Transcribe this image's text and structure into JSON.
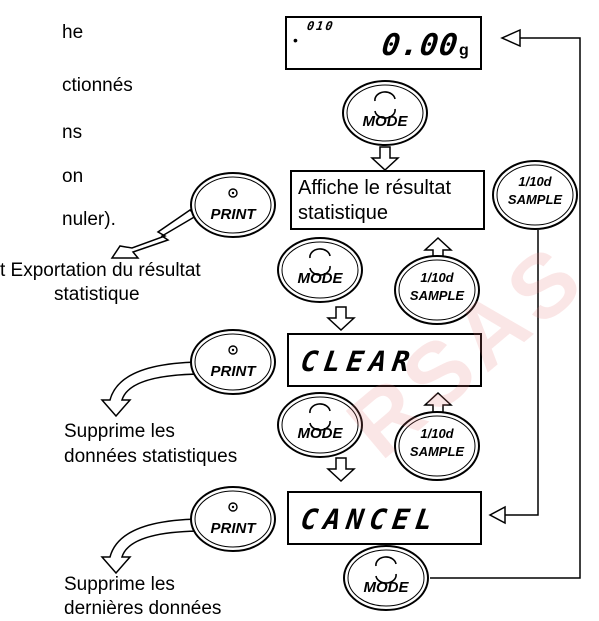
{
  "left_text": {
    "line1": "he",
    "line2": "ctionnés",
    "line3": "ns",
    "line4": "on",
    "line5": "nuler)."
  },
  "display": {
    "small_counter": "010",
    "value": "0.00",
    "unit": "g"
  },
  "stat_box": {
    "line1": "Affiche le résultat",
    "line2": "statistique"
  },
  "clear_box": {
    "text": "CLEAR"
  },
  "cancel_box": {
    "text": "CANCEL"
  },
  "buttons": {
    "mode": "MODE",
    "print": "PRINT",
    "sample_top": "1/10d",
    "sample_bottom": "SAMPLE"
  },
  "export_text": {
    "line1": "t Exportation du résultat",
    "line2": "statistique"
  },
  "clear_caption": {
    "line1": "Supprime les",
    "line2": "données statistiques"
  },
  "cancel_caption": {
    "line1": "Supprime les",
    "line2": "dernières données"
  },
  "watermark": "RSAS"
}
